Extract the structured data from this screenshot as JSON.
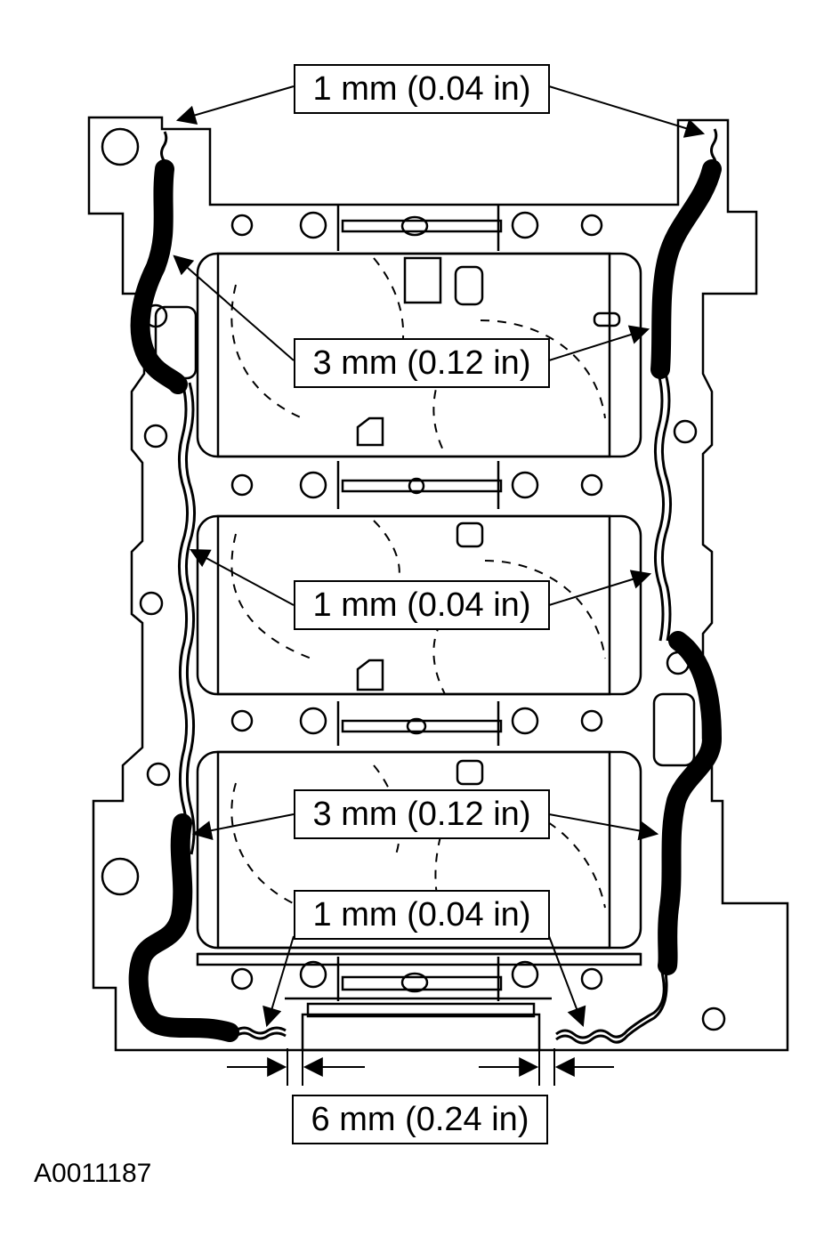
{
  "callouts": {
    "top_bead": "1 mm (0.04 in)",
    "upper_thick_bead": "3 mm (0.12 in)",
    "middle_thin_bead": "1 mm (0.04 in)",
    "lower_thick_bead": "3 mm (0.12 in)",
    "bottom_thin_bead": "1 mm (0.04 in)",
    "seal_gap": "6 mm (0.24 in)"
  },
  "figure_id": "A0011187",
  "colors": {
    "line": "#000000",
    "background": "#ffffff"
  }
}
